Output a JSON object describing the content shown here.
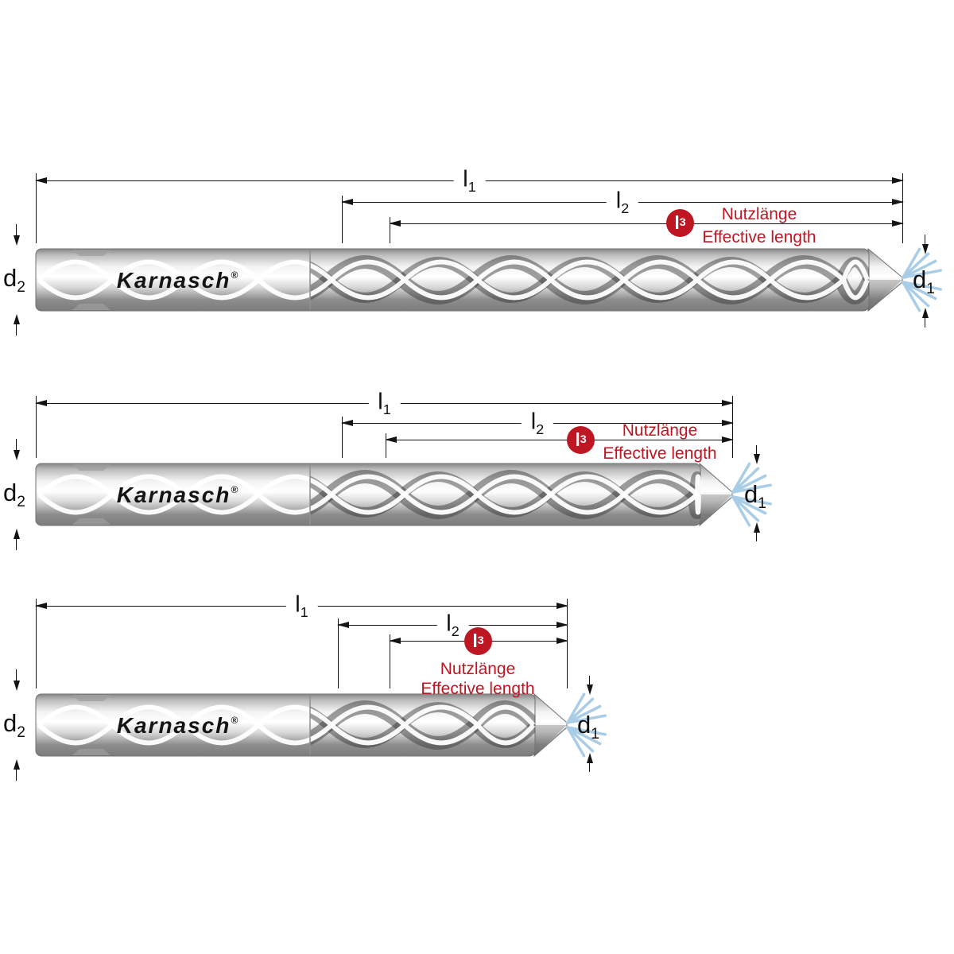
{
  "colors": {
    "accent_red": "#be1622",
    "dimension_line": "#141414",
    "coolant_spray_blue": "#a9cde6"
  },
  "logo": {
    "text": "Karnasch",
    "reg": "®"
  },
  "labels": {
    "l1": {
      "base": "l",
      "sub": "1"
    },
    "l2": {
      "base": "l",
      "sub": "2"
    },
    "l3": {
      "base": "l",
      "sub": "3"
    },
    "d1": {
      "base": "d",
      "sub": "1"
    },
    "d2": {
      "base": "d",
      "sub": "2"
    }
  },
  "annotation": {
    "line1": "Nutzlänge",
    "line2": "Effective length"
  }
}
